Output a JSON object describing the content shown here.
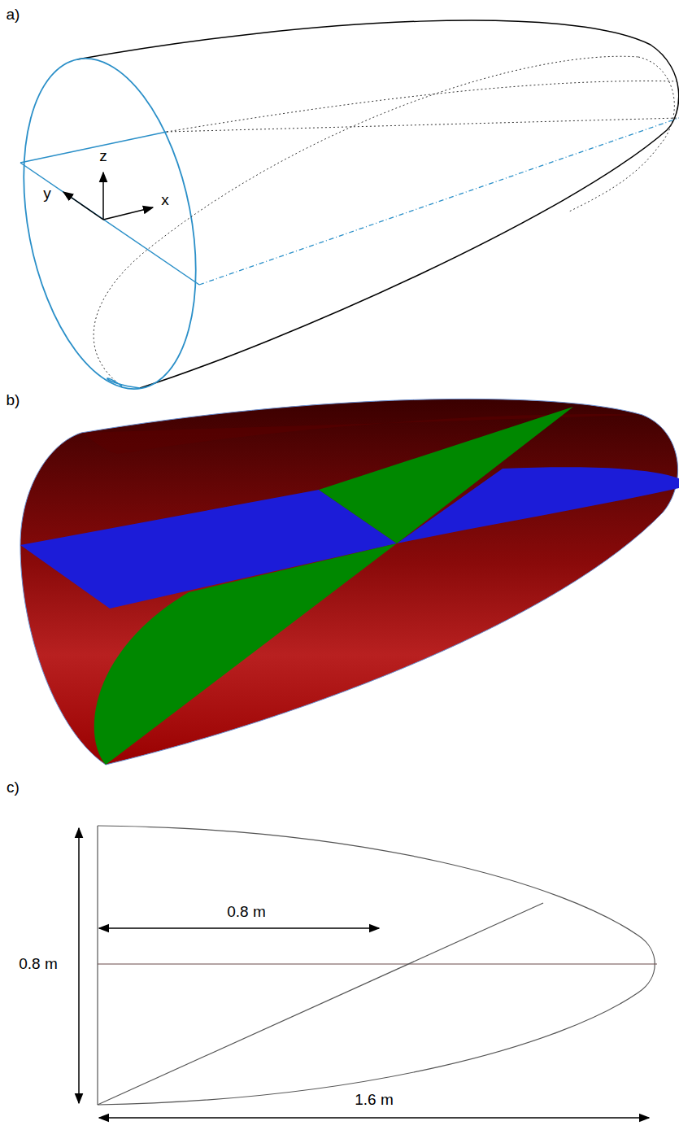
{
  "diagram": {
    "labels": [
      "a)",
      "z",
      "y",
      "x",
      "b)",
      "c)",
      "0.8 m",
      "0.8 m",
      "1.6 m"
    ]
  }
}
